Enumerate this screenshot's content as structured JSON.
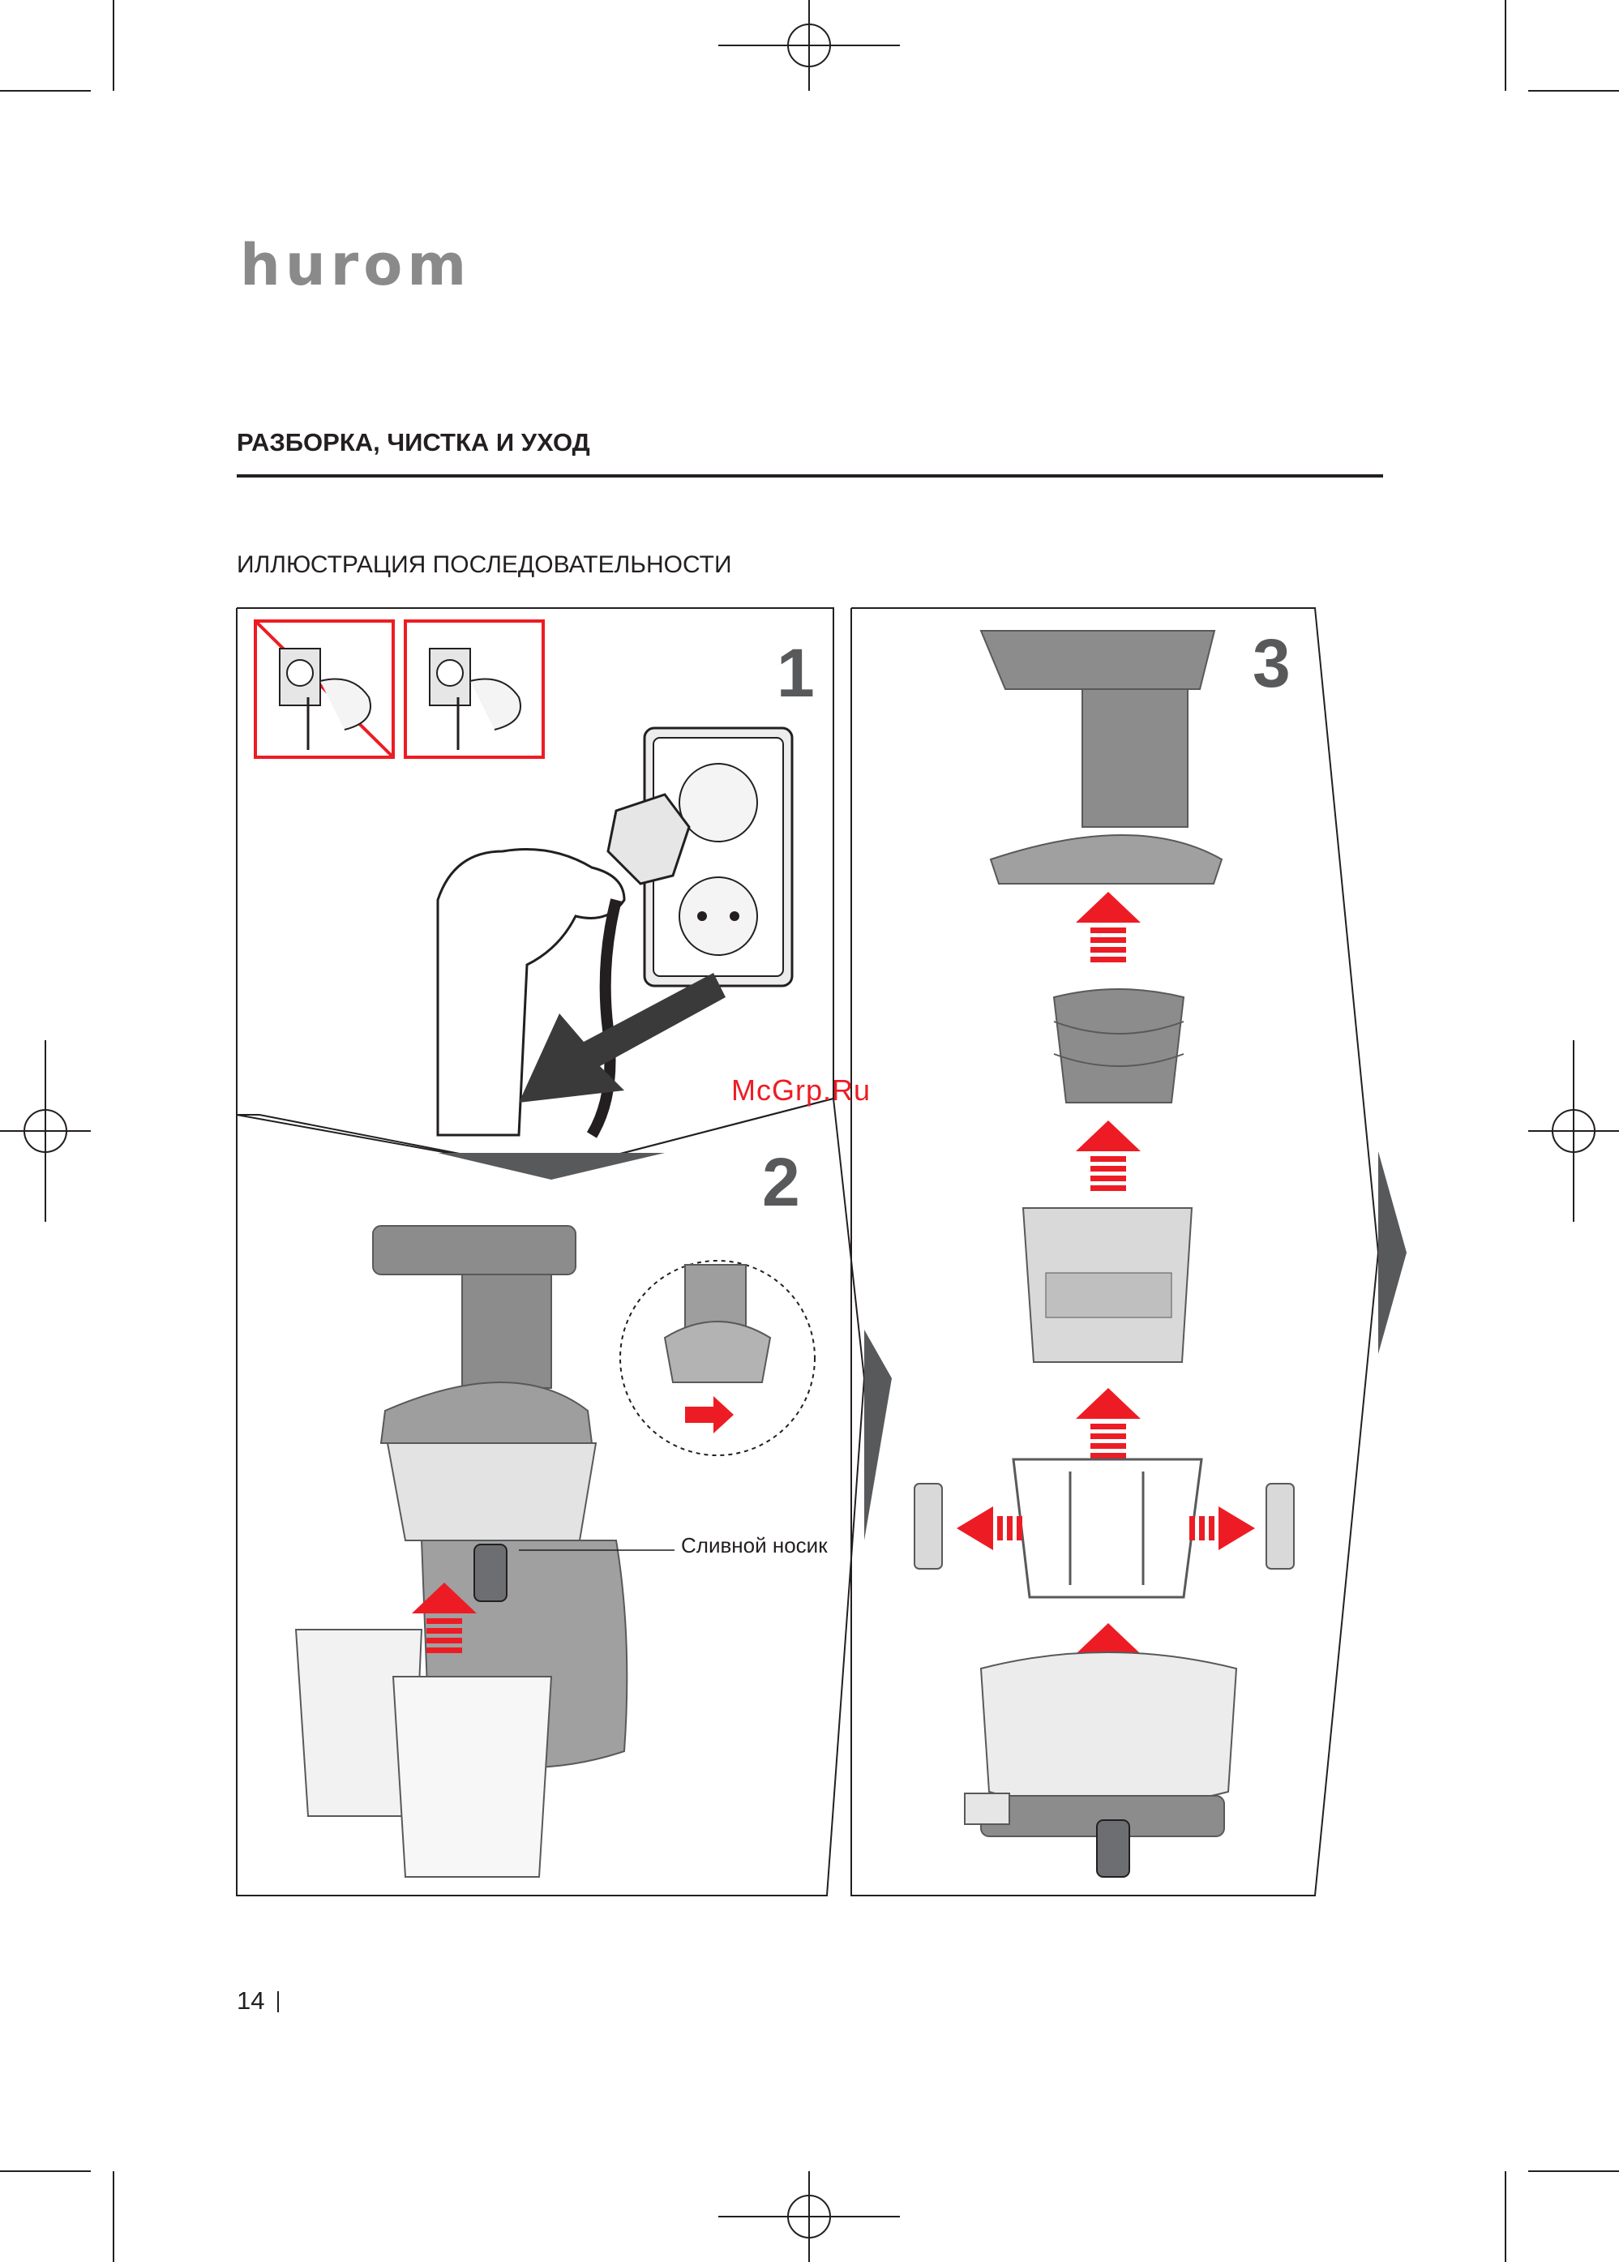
{
  "header": {
    "logo_text": "hurom",
    "section_title": "РАЗБОРКА, ЧИСТКА И УХОД",
    "subtitle": "ИЛЛЮСТРАЦИЯ ПОСЛЕДОВАТЕЛЬНОСТИ"
  },
  "steps": [
    {
      "number": "1"
    },
    {
      "number": "2"
    },
    {
      "number": "3"
    }
  ],
  "callouts": {
    "spout_label": "Сливной носик"
  },
  "watermark": "McGrp.Ru",
  "footer": {
    "page_number": "14"
  },
  "colors": {
    "arrow_red": "#ed1c24",
    "part_gray": "#8c8c8c",
    "dark_gray": "#58595b",
    "outline": "#231f20"
  }
}
